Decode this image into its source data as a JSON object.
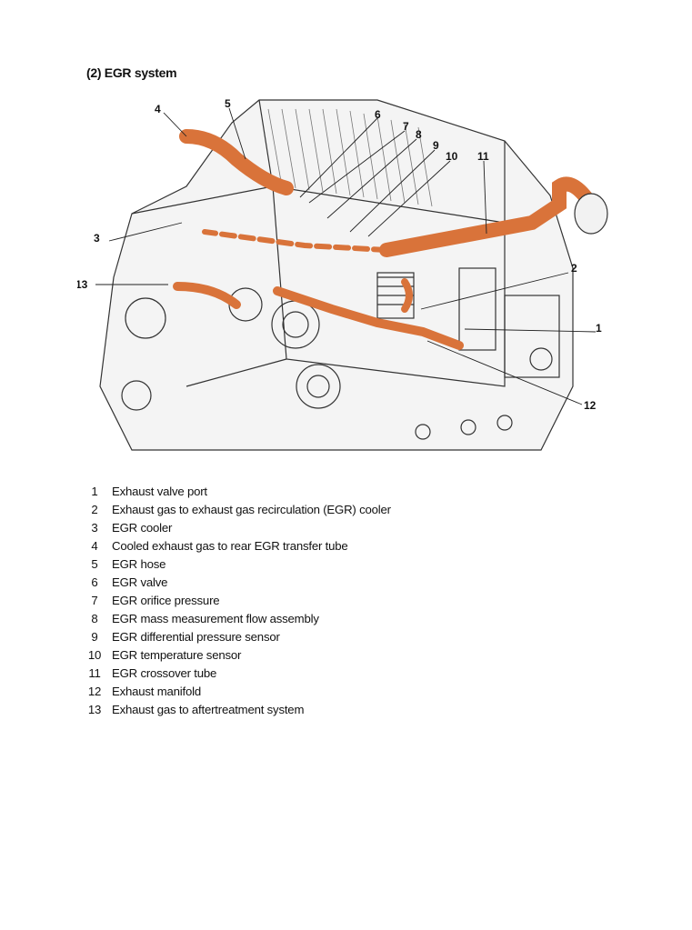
{
  "heading": "(2) EGR system",
  "colors": {
    "flow": "#d9733a",
    "flow_dark": "#b9582a",
    "line": "#222222"
  },
  "callouts": [
    "1",
    "2",
    "3",
    "4",
    "5",
    "6",
    "7",
    "8",
    "9",
    "10",
    "11",
    "12",
    "13"
  ],
  "legend": [
    {
      "num": "1",
      "text": "Exhaust valve port"
    },
    {
      "num": "2",
      "text": "Exhaust gas to exhaust gas recirculation (EGR) cooler"
    },
    {
      "num": "3",
      "text": "EGR cooler"
    },
    {
      "num": "4",
      "text": "Cooled exhaust gas to rear EGR transfer tube"
    },
    {
      "num": "5",
      "text": "EGR hose"
    },
    {
      "num": "6",
      "text": "EGR valve"
    },
    {
      "num": "7",
      "text": "EGR orifice pressure"
    },
    {
      "num": "8",
      "text": "EGR mass measurement flow assembly"
    },
    {
      "num": "9",
      "text": "EGR differential pressure sensor"
    },
    {
      "num": "10",
      "text": "EGR temperature sensor"
    },
    {
      "num": "11",
      "text": "EGR crossover tube"
    },
    {
      "num": "12",
      "text": "Exhaust manifold"
    },
    {
      "num": "13",
      "text": "Exhaust gas to aftertreatment system"
    }
  ]
}
